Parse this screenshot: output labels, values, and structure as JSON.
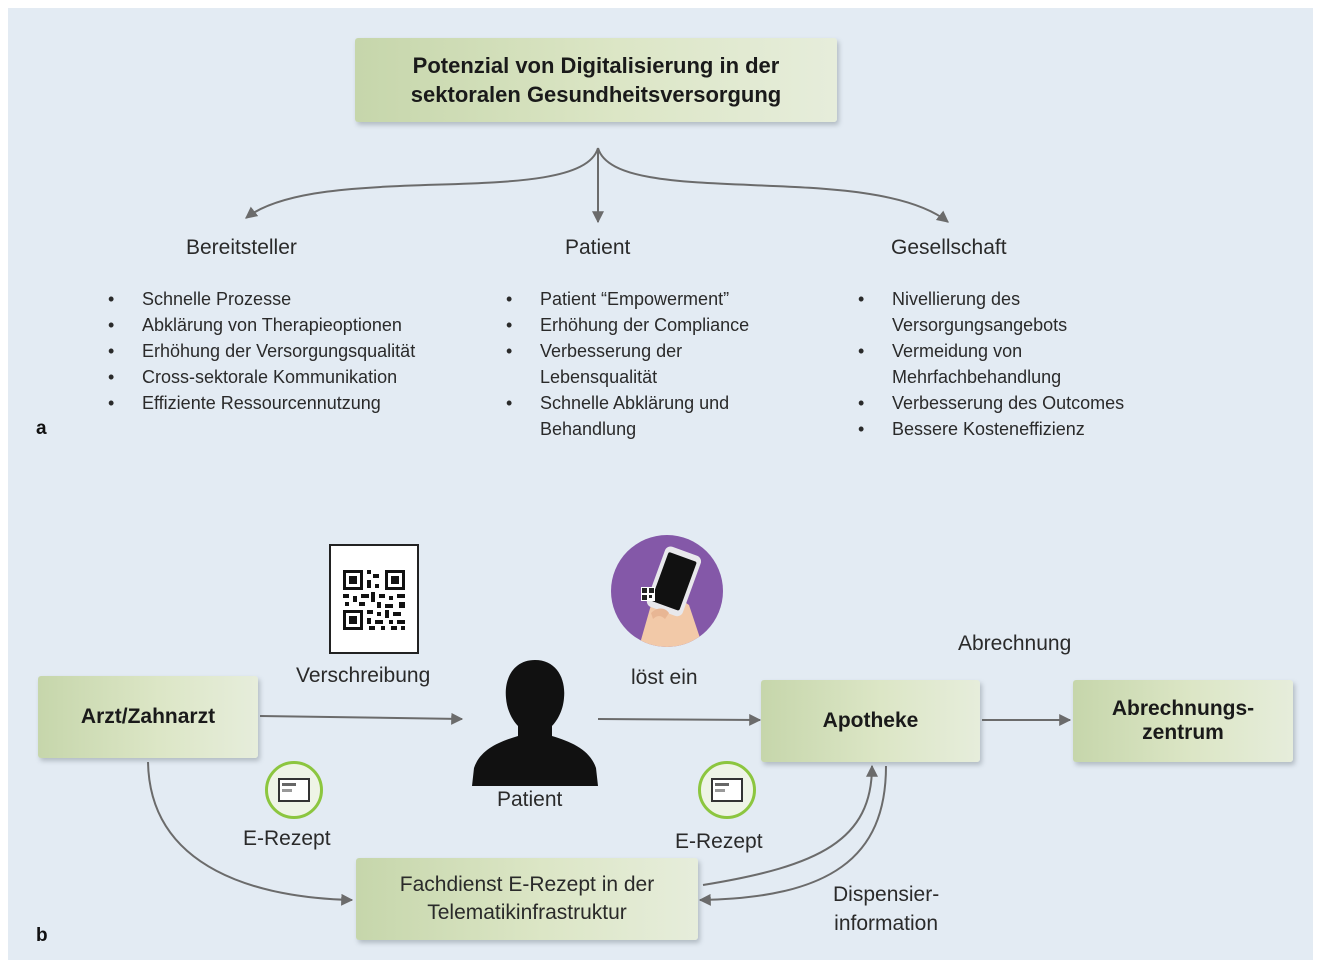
{
  "panel_a": {
    "letter": "a",
    "title_line1": "Potenzial von Digitalisierung in der",
    "title_line2": "sektoralen Gesundheitsversorgung",
    "columns": [
      {
        "heading": "Bereitsteller",
        "items": [
          "Schnelle Prozesse",
          "Abklärung von Therapieoptionen",
          "Erhöhung der Versorgungsqualität",
          "Cross-sektorale Kommunikation",
          "Effiziente Ressourcennutzung"
        ]
      },
      {
        "heading": "Patient",
        "items": [
          "Patient “Empowerment”",
          "Erhöhung der Compliance",
          "Verbesserung der Lebensqualität",
          "Schnelle Abklärung und Behandlung"
        ]
      },
      {
        "heading": "Gesellschaft",
        "items": [
          "Nivellierung des Versorgungsangebots",
          "Vermeidung von Mehrfachbehandlung",
          "Verbesserung des Outcomes",
          "Bessere Kosteneffizienz"
        ]
      }
    ]
  },
  "panel_b": {
    "letter": "b",
    "doctor": "Arzt/Zahnarzt",
    "patient": "Patient",
    "pharmacy": "Apotheke",
    "billing_line1": "Abrechnungs-",
    "billing_line2": "zentrum",
    "service_line1": "Fachdienst E-Rezept in der",
    "service_line2": "Telematikinfrastruktur",
    "prescription_label": "Verschreibung",
    "redeems_label": "löst ein",
    "billing_label": "Abrechnung",
    "erezept_left": "E-Rezept",
    "erezept_right": "E-Rezept",
    "dispense_line1": "Dispensier-",
    "dispense_line2": "information"
  },
  "colors": {
    "background": "#e3ebf3",
    "box_green": "#cfdcb6",
    "arrow": "#6e6e6e",
    "circle_purple": "#8458a8",
    "erezept_green": "#8cc63f"
  }
}
